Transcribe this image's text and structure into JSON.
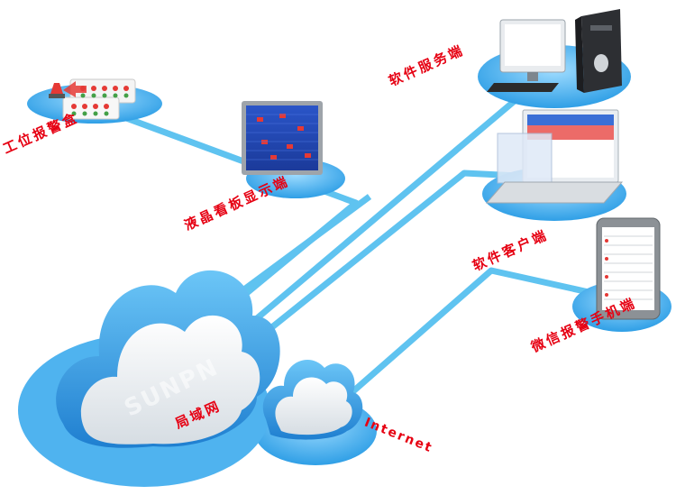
{
  "labels": {
    "station_box": "工位报警盒",
    "lcd_board": "液晶看板显示端",
    "server": "软件服务端",
    "client": "软件客户端",
    "wechat": "微信报警手机端",
    "lan": "局域网",
    "internet": "Internet"
  },
  "watermark": "SUNPN",
  "colors": {
    "label": "#e60012",
    "link": "#5fc3f0",
    "pad": "#3aa9e6",
    "cloud_blue": "#2b8fd6"
  },
  "icons": {
    "alarm": "alarm-box-icon",
    "monitor": "lcd-monitor-icon",
    "server": "server-pc-icon",
    "laptop": "laptop-icon",
    "phone": "tablet-phone-icon"
  }
}
